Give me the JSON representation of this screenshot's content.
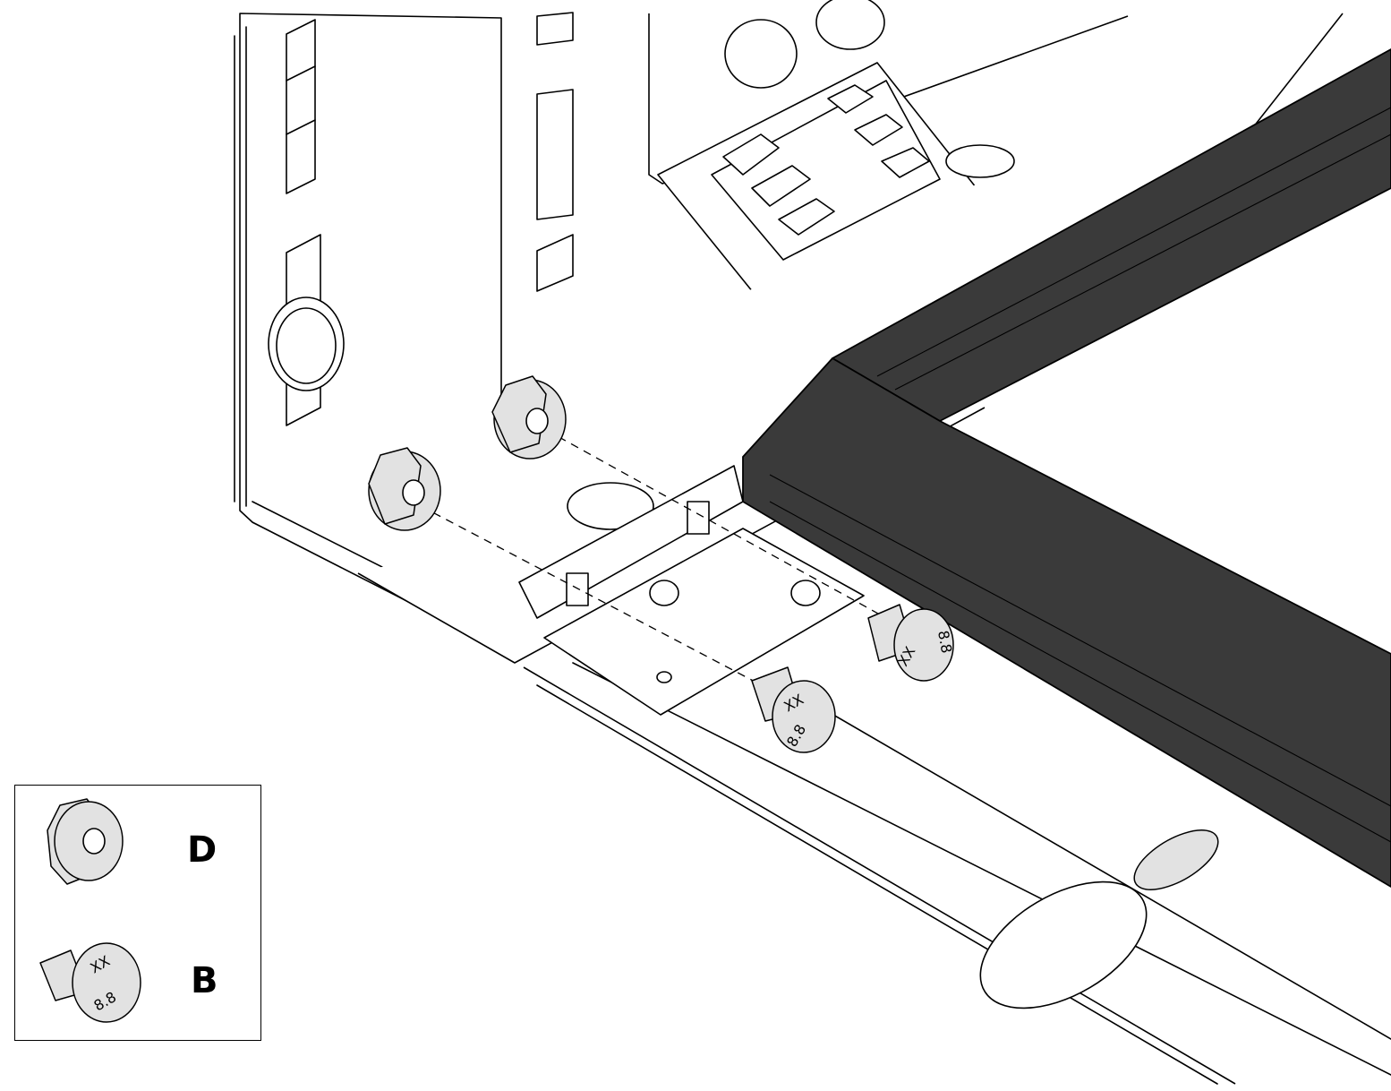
{
  "legend": {
    "items": [
      {
        "letter": "D",
        "part": "flange-nut"
      },
      {
        "letter": "B",
        "part": "bolt"
      }
    ]
  },
  "bolt_markings": {
    "maker": "XX",
    "grade": "8.8"
  },
  "colors": {
    "line": "#000000",
    "gasket": "#3a3a3a",
    "hardware": "#e2e2e2",
    "background": "#ffffff"
  }
}
